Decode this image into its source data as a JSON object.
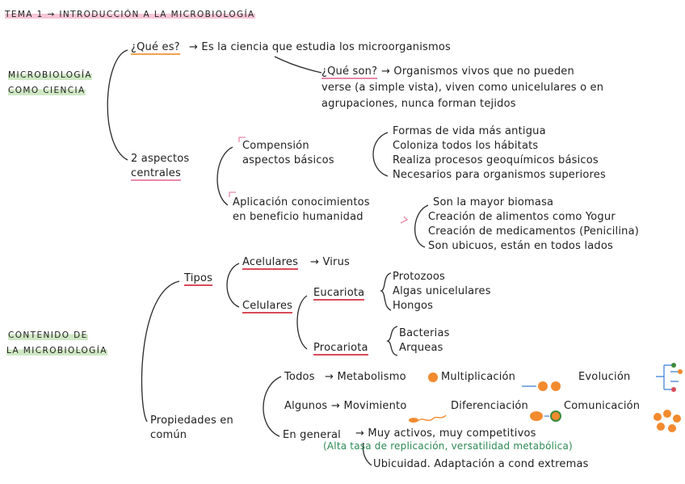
{
  "title": "TEMA 1 → INTRODUCCIÓN A LA MICROBIOLOGÍA",
  "section1": {
    "label_line1": "MICROBIOLOGÍA",
    "label_line2": "COMO CIENCIA",
    "que_es": "¿Qué es?",
    "que_es_answer": "→ Es la ciencia que estudia los microorganismos",
    "que_son": "¿Qué son?",
    "que_son_answer": "→ Organismos vivos que no pueden",
    "que_son_line2": "verse (a simple vista), viven como unicelulares o en",
    "que_son_line3": "agrupaciones, nunca forman tejidos",
    "aspectos_line1": "2 aspectos",
    "aspectos_line2": "centrales",
    "comprension_line1": "Compensión",
    "comprension_line2": "aspectos básicos",
    "comprension_items": [
      "Formas de vida más antigua",
      "Coloniza todos los hábitats",
      "Realiza procesos geoquímicos básicos",
      "Necesarios para organismos superiores"
    ],
    "aplicacion_line1": "Aplicación conocimientos",
    "aplicacion_line2": "en beneficio humanidad",
    "aplicacion_items": [
      "Son la mayor biomasa",
      "Creación de alimentos como Yogur",
      "Creación de medicamentos (Penicilina)",
      "Son ubicuos, están en todos lados"
    ]
  },
  "section2": {
    "label_line1": "CONTENIDO DE",
    "label_line2": "LA MICROBIOLOGÍA",
    "tipos": "Tipos",
    "acelulares": "Acelulares",
    "virus": "Virus",
    "celulares": "Celulares",
    "eucariota": "Eucariota",
    "eucariota_items": [
      "Protozoos",
      "Algas unicelulares",
      "Hongos"
    ],
    "procariota": "Procariota",
    "procariota_items": [
      "Bacterias",
      "Arqueas"
    ],
    "propiedades_line1": "Propiedades en",
    "propiedades_line2": "común",
    "todos": "Todos",
    "todos_props": [
      "Metabolismo",
      "Multiplicación",
      "Evolución"
    ],
    "algunos": "Algunos",
    "algunos_props": [
      "Movimiento",
      "Diferenciación",
      "Comunicación"
    ],
    "general": "En general",
    "general_line1": "→ Muy activos, muy competitivos",
    "general_line2": "(Alta tasa de replicación, versatilidad metabólica)",
    "general_line3": "Ubicuidad. Adaptación a cond extremas"
  },
  "colors": {
    "pink_highlight": "#f7c6d4",
    "green_highlight": "#cfe8c4",
    "orange": "#f28a2e",
    "red_underline": "#d94a5a",
    "green_text": "#2e8a54"
  }
}
